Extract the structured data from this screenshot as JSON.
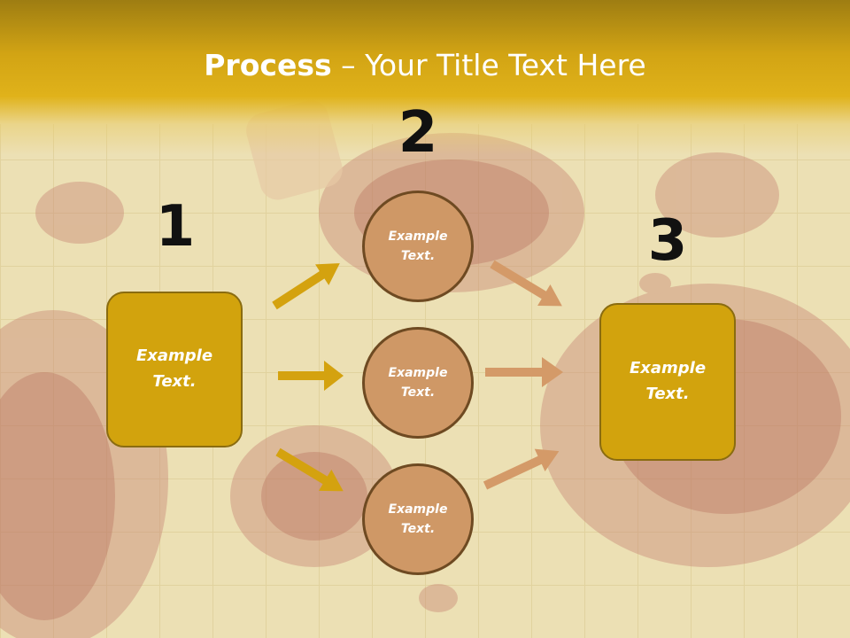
{
  "title": {
    "bold": "Process",
    "rest": " – Your Title Text Here"
  },
  "steps": {
    "one": "1",
    "two": "2",
    "three": "3"
  },
  "left_box": {
    "text": "Example Text."
  },
  "right_box": {
    "text": "Example Text."
  },
  "circles": [
    {
      "text": "Example Text."
    },
    {
      "text": "Example Text."
    },
    {
      "text": "Example Text."
    }
  ],
  "colors": {
    "gold": "#d2a30d",
    "tan": "#cf9866",
    "arrow_gold": "#d4a20f",
    "arrow_tan": "#d49a68"
  }
}
